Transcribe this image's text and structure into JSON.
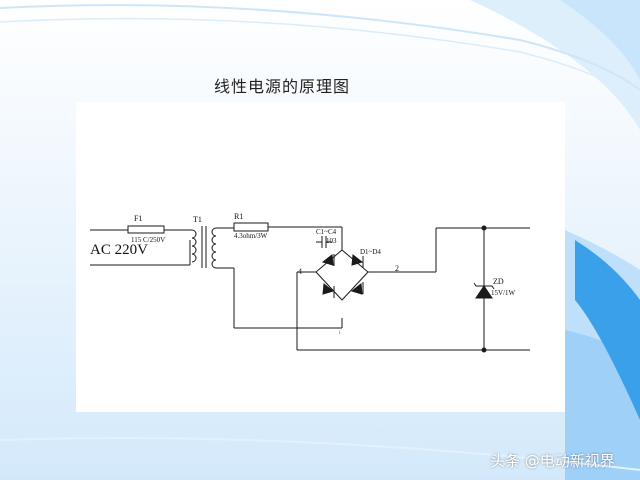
{
  "slide": {
    "title": "线性电源的原理图",
    "watermark": "头条 @电动新视界"
  },
  "circuit": {
    "ac_source": "AC 220V",
    "fuse": {
      "ref": "F1",
      "value": "115 C/250V"
    },
    "transformer": {
      "ref": "T1"
    },
    "resistor": {
      "ref": "R1",
      "value": "4.3ohm/3W"
    },
    "capacitors": {
      "ref": "C1~C4",
      "value": "103"
    },
    "diodes": {
      "ref": "D1~D4"
    },
    "node_left": "4",
    "node_right": "2",
    "node_bottom": "3",
    "zener": {
      "ref": "ZD",
      "value": "15V/1W"
    }
  },
  "colors": {
    "accent_blue": "#3aa0ea",
    "light_blue": "#bfe0fa",
    "wire": "#1a1a1a"
  }
}
